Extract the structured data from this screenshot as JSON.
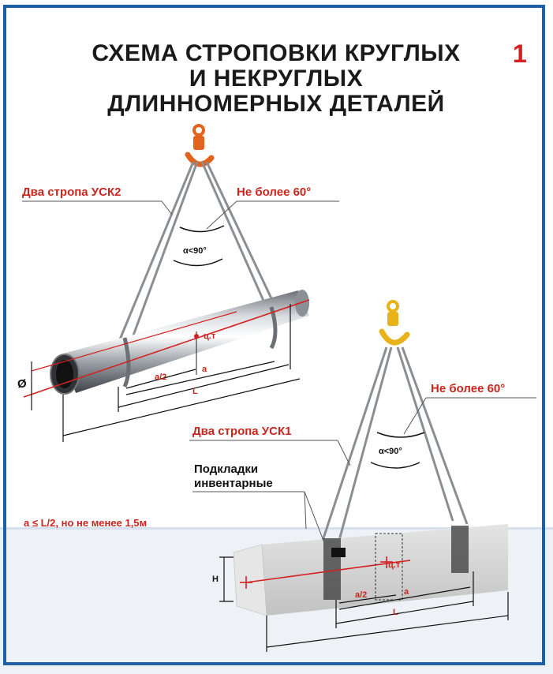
{
  "title": {
    "line1": "СХЕМА СТРОПОВКИ КРУГЛЫХ",
    "line2": "И НЕКРУГЛЫХ",
    "line3": "ДЛИННОМЕРНЫХ ДЕТАЛЕЙ"
  },
  "sheet_number": "1",
  "pipe_scheme": {
    "slings_label": "Два стропа УСК2",
    "angle_label": "Не более 60°",
    "alpha_label": "α<90°",
    "cg_label": "ц.т",
    "half_a_label": "a/2",
    "a_label": "a",
    "L_label": "L",
    "diameter_label": "Ø"
  },
  "beam_scheme": {
    "slings_label": "Два стропа УСК1",
    "angle_label": "Не более 60°",
    "alpha_label": "α<90°",
    "pads_label_line1": "Подкладки",
    "pads_label_line2": "инвентарные",
    "cg_label": "ц.т",
    "half_a_label": "a/2",
    "a_label": "a",
    "L_label": "L",
    "H_label": "H"
  },
  "note": "a ≤ L/2, но не менее 1,5м",
  "colors": {
    "frame": "#1f5fa8",
    "label_red": "#c8261e",
    "hook_orange": "#e2641c",
    "hook_yellow": "#e7b21a",
    "background_band": "#eef2f7"
  }
}
